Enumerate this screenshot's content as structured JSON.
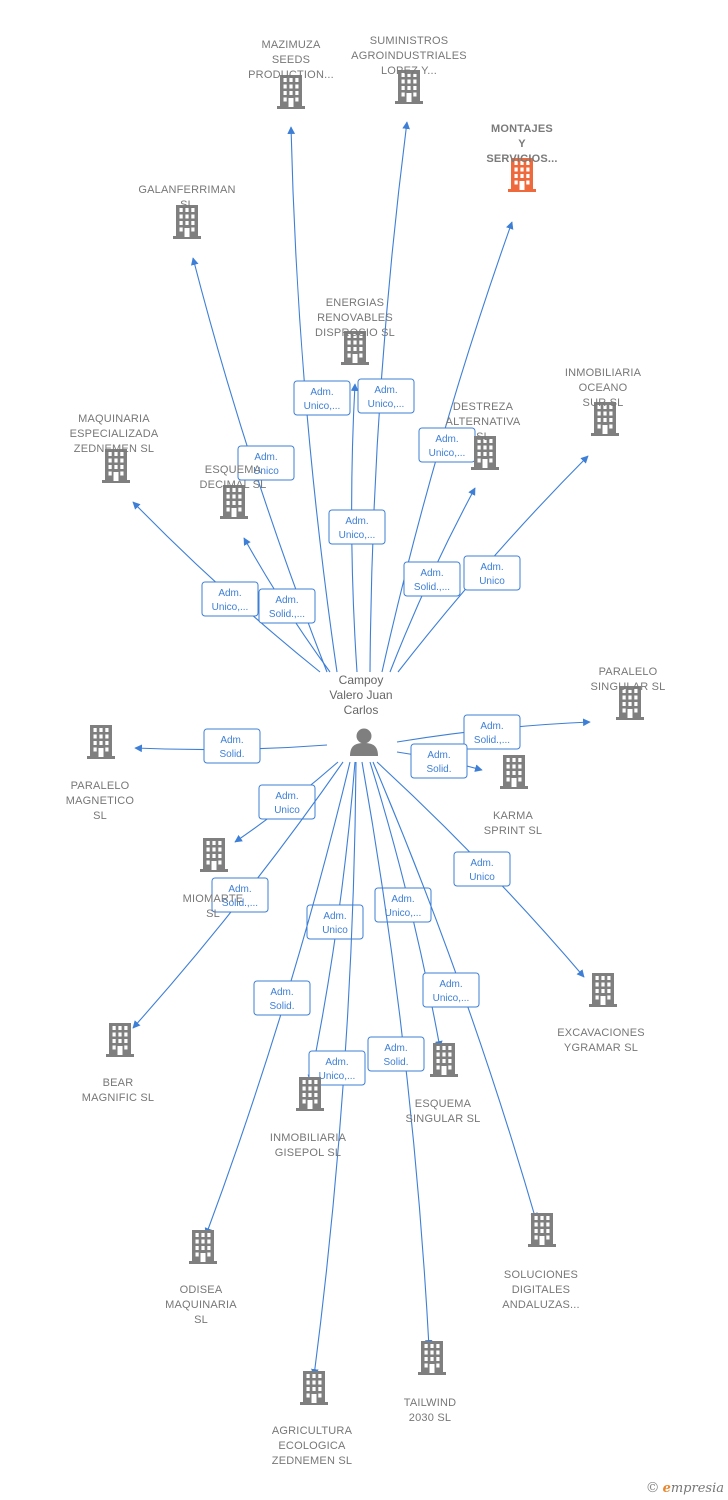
{
  "colors": {
    "edge": "#3d7fd6",
    "building": "#7f7f7f",
    "building_highlight": "#ee6a3c",
    "person": "#7f7f7f"
  },
  "center": {
    "label_lines": [
      "Campoy",
      "Valero Juan",
      "Carlos"
    ],
    "icon": "person-icon"
  },
  "companies": [
    {
      "id": "mazimuza",
      "lines": [
        "MAZIMUZA",
        "SEEDS",
        "PRODUCTION..."
      ]
    },
    {
      "id": "suministros",
      "lines": [
        "SUMINISTROS",
        "AGROINDUSTRIALES",
        "LOPEZ Y..."
      ]
    },
    {
      "id": "montajes",
      "lines": [
        "MONTAJES",
        "Y",
        "SERVICIOS..."
      ],
      "highlight": true
    },
    {
      "id": "galanferriman",
      "lines": [
        "GALANFERRIMAN",
        "SL"
      ]
    },
    {
      "id": "energias",
      "lines": [
        "ENERGIAS",
        "RENOVABLES",
        "DISPROSIO  SL"
      ]
    },
    {
      "id": "inmobiliaria-oceano",
      "lines": [
        "INMOBILIARIA",
        "OCEANO",
        "SUR  SL"
      ]
    },
    {
      "id": "destreza",
      "lines": [
        "DESTREZA",
        "ALTERNATIVA",
        "SL"
      ]
    },
    {
      "id": "maquinaria-especializada",
      "lines": [
        "MAQUINARIA",
        "ESPECIALIZADA",
        "ZEDNEMEN  SL"
      ]
    },
    {
      "id": "esquema-decimal",
      "lines": [
        "ESQUEMA",
        "DECIMAL  SL"
      ]
    },
    {
      "id": "paralelo-singular",
      "lines": [
        "PARALELO",
        "SINGULAR  SL"
      ]
    },
    {
      "id": "paralelo-magnetico",
      "lines": [
        "PARALELO",
        "MAGNETICO",
        "SL"
      ]
    },
    {
      "id": "karma",
      "lines": [
        "KARMA",
        "SPRINT  SL"
      ]
    },
    {
      "id": "miomarte",
      "lines": [
        "MIOMARTE",
        "SL"
      ]
    },
    {
      "id": "excavaciones",
      "lines": [
        "EXCAVACIONES",
        "YGRAMAR SL"
      ]
    },
    {
      "id": "bear",
      "lines": [
        "BEAR",
        "MAGNIFIC  SL"
      ]
    },
    {
      "id": "esquema-singular",
      "lines": [
        "ESQUEMA",
        "SINGULAR  SL"
      ]
    },
    {
      "id": "inmobiliaria-gisepol",
      "lines": [
        "INMOBILIARIA",
        "GISEPOL  SL"
      ]
    },
    {
      "id": "odisea",
      "lines": [
        "ODISEA",
        "MAQUINARIA",
        "SL"
      ]
    },
    {
      "id": "soluciones",
      "lines": [
        "SOLUCIONES",
        "DIGITALES",
        "ANDALUZAS..."
      ]
    },
    {
      "id": "tailwind",
      "lines": [
        "TAILWIND",
        "2030  SL"
      ]
    },
    {
      "id": "agricultura",
      "lines": [
        "AGRICULTURA",
        "ECOLOGICA",
        "ZEDNEMEN  SL"
      ]
    }
  ],
  "edges": [
    {
      "to": "mazimuza",
      "label_lines": [
        "Adm.",
        "Unico,..."
      ]
    },
    {
      "to": "suministros",
      "label_lines": [
        "Adm.",
        "Unico,..."
      ]
    },
    {
      "to": "montajes",
      "label_lines": [
        "Adm.",
        "Unico,..."
      ]
    },
    {
      "to": "galanferriman",
      "label_lines": [
        "Adm.",
        "Unico"
      ]
    },
    {
      "to": "energias",
      "label_lines": [
        "Adm.",
        "Unico,..."
      ]
    },
    {
      "to": "inmobiliaria-oceano",
      "label_lines": [
        "Adm.",
        "Unico"
      ]
    },
    {
      "to": "destreza",
      "label_lines": [
        "Adm.",
        "Solid.,..."
      ]
    },
    {
      "to": "maquinaria-especializada",
      "label_lines": [
        "Adm.",
        "Unico,..."
      ]
    },
    {
      "to": "esquema-decimal",
      "label_lines": [
        "Adm.",
        "Solid.,..."
      ]
    },
    {
      "to": "paralelo-singular",
      "label_lines": [
        "Adm.",
        "Solid.,..."
      ]
    },
    {
      "to": "paralelo-magnetico",
      "label_lines": [
        "Adm.",
        "Solid."
      ]
    },
    {
      "to": "karma",
      "label_lines": [
        "Adm.",
        "Solid."
      ]
    },
    {
      "to": "miomarte",
      "label_lines": [
        "Adm.",
        "Unico"
      ]
    },
    {
      "to": "excavaciones",
      "label_lines": [
        "Adm.",
        "Unico"
      ]
    },
    {
      "to": "bear",
      "label_lines": [
        "Adm.",
        "Solid.,..."
      ]
    },
    {
      "to": "esquema-singular",
      "label_lines": [
        "Adm.",
        "Unico,..."
      ]
    },
    {
      "to": "inmobiliaria-gisepol",
      "label_lines": [
        "Adm.",
        "Unico"
      ]
    },
    {
      "to": "odisea",
      "label_lines": [
        "Adm.",
        "Solid."
      ]
    },
    {
      "to": "soluciones",
      "label_lines": [
        "Adm.",
        "Unico,..."
      ]
    },
    {
      "to": "tailwind",
      "label_lines": [
        "Adm.",
        "Solid."
      ]
    },
    {
      "to": "agricultura",
      "label_lines": [
        "Adm.",
        "Unico,..."
      ]
    }
  ],
  "footer": {
    "copyright_symbol": "©",
    "brand_initial": "e",
    "brand_rest": "mpresia"
  }
}
